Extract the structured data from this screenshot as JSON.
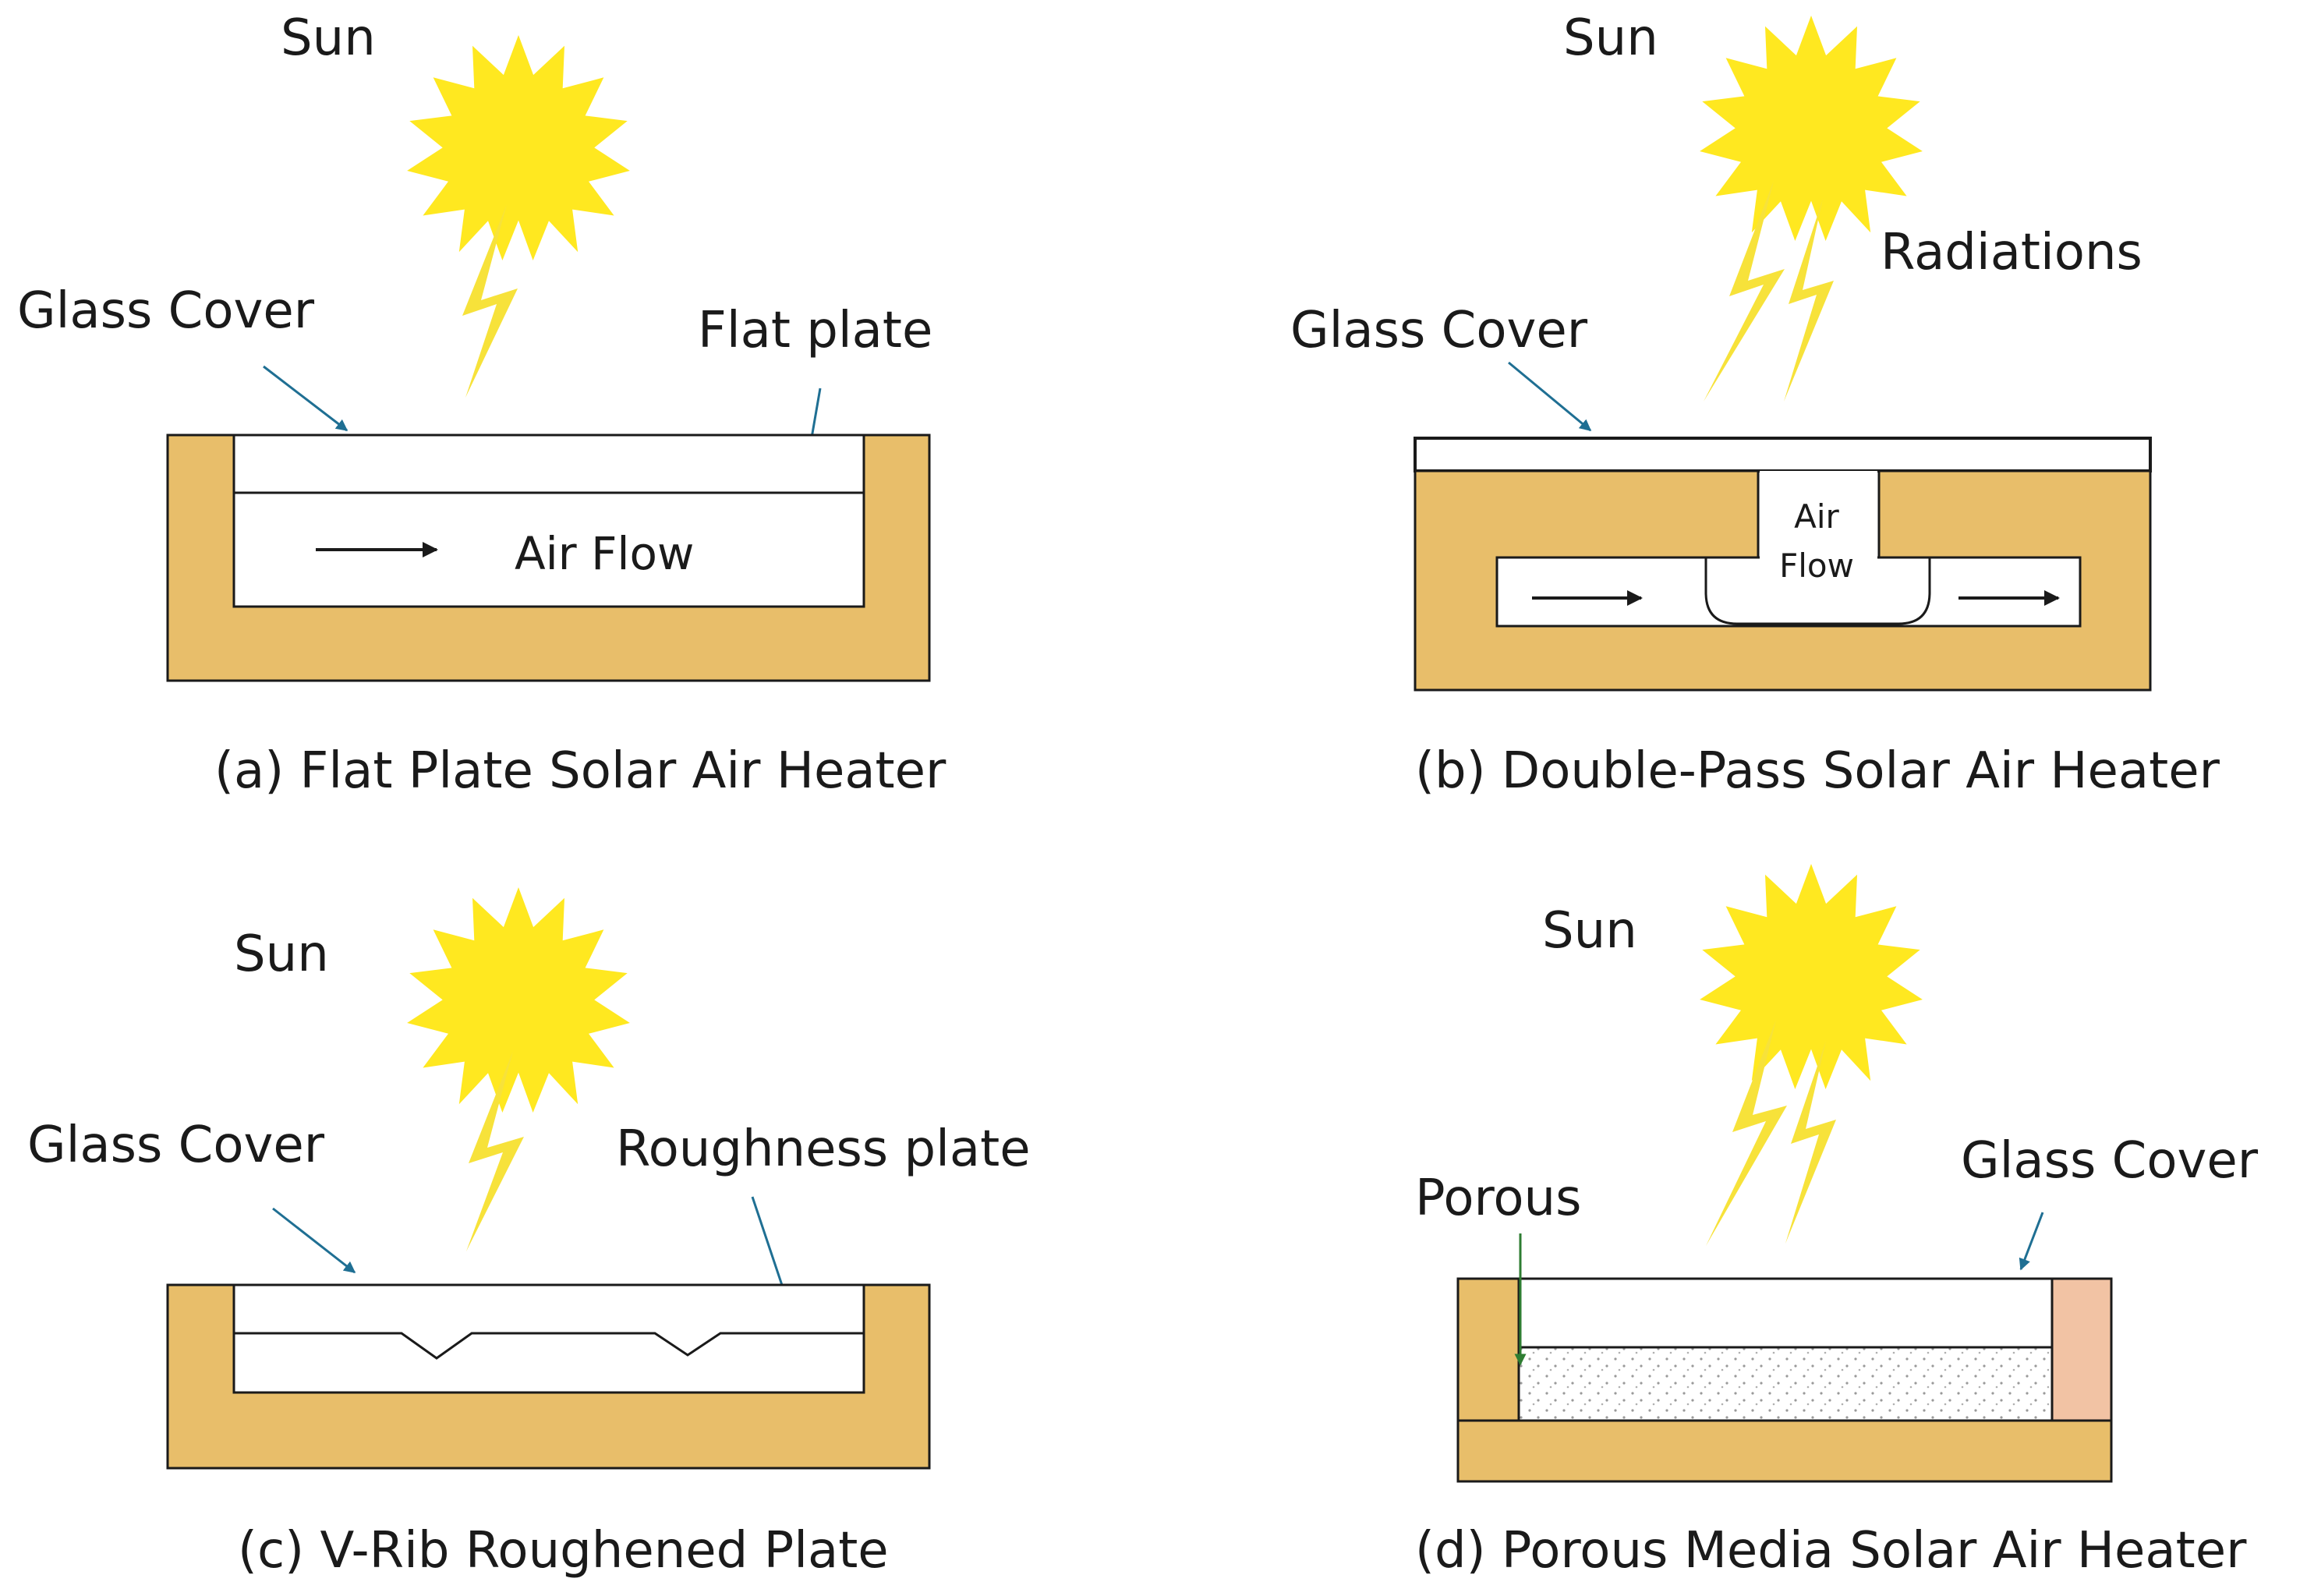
{
  "colors": {
    "insulation": "#e8be6a",
    "insulation_alt": "#f2c3a4",
    "sun": "#ffe820",
    "bolt": "#f7e23a",
    "arrow_blue": "#1f6f93",
    "arrow_green": "#2e7d32",
    "stroke": "#1a1a1a"
  },
  "icons": [
    "sun-icon",
    "lightning-bolt-icon",
    "arrow-icon"
  ],
  "panel_a": {
    "sun_label": "Sun",
    "glass_cover_label": "Glass Cover",
    "flat_plate_label": "Flat plate",
    "air_flow_label": "Air Flow",
    "caption": "(a) Flat Plate Solar Air Heater"
  },
  "panel_b": {
    "sun_label": "Sun",
    "radiations_label": "Radiations",
    "glass_cover_label": "Glass Cover",
    "air_label": "Air",
    "flow_label": "Flow",
    "caption": "(b) Double-Pass Solar Air Heater"
  },
  "panel_c": {
    "sun_label": "Sun",
    "glass_cover_label": "Glass Cover",
    "roughness_plate_label": "Roughness plate",
    "caption": "(c) V-Rib Roughened Plate"
  },
  "panel_d": {
    "sun_label": "Sun",
    "porous_label": "Porous",
    "glass_cover_label": "Glass Cover",
    "caption": "(d) Porous Media Solar Air Heater"
  }
}
